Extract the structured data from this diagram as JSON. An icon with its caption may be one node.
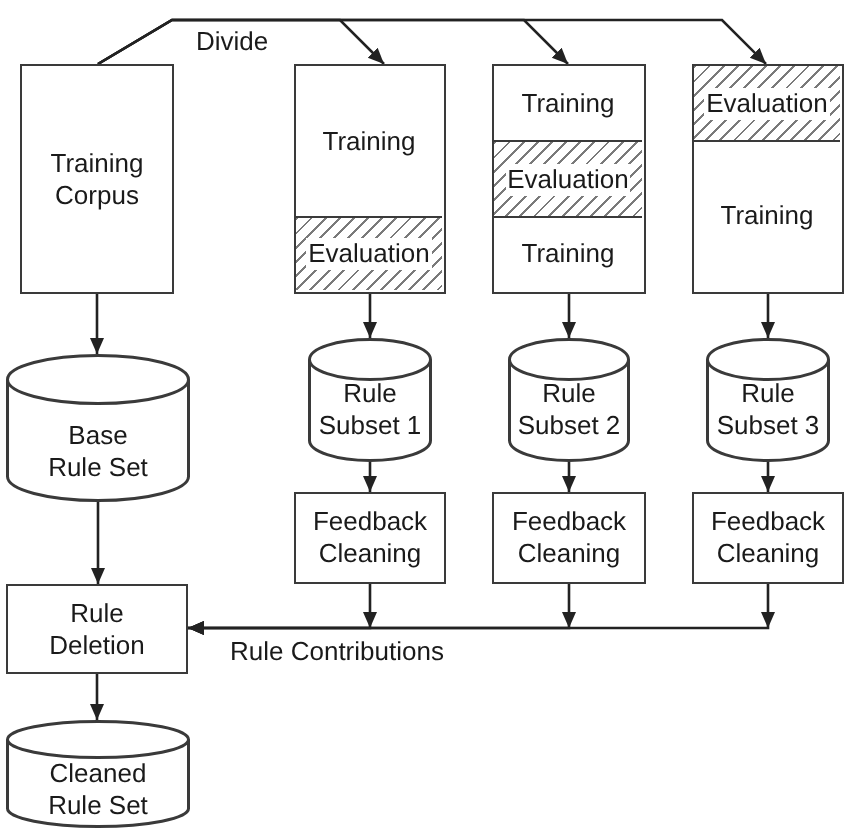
{
  "diagram": {
    "nodes": [
      {
        "text": [
          "Training Corpus"
        ]
      },
      {
        "text": [],
        "shape": "box"
      },
      {
        "text": [
          "Training"
        ],
        "in": 1
      },
      {
        "text": [
          "Evaluation"
        ],
        "in": 1
      },
      {
        "text": [],
        "shape": "box"
      },
      {
        "text": [
          "Training"
        ],
        "in": 4
      },
      {
        "text": [
          "Evaluation"
        ],
        "in": 4
      },
      {
        "text": [
          "Training"
        ],
        "in": 4
      },
      {
        "text": [],
        "shape": "box"
      },
      {
        "text": [
          "Evaluation"
        ],
        "in": 8
      },
      {
        "text": [
          "Training"
        ],
        "in": 8
      },
      {
        "text": [
          "Base Rule Set"
        ]
      },
      {
        "text": [
          "Rule Subset 1"
        ]
      },
      {
        "text": [
          "Rule Subset 2"
        ]
      },
      {
        "text": [
          "Rule Subset 3"
        ]
      },
      {
        "text": [
          "Feedback Cleaning"
        ]
      },
      {
        "text": [
          "Feedback Cleaning"
        ]
      },
      {
        "text": [
          "Feedback Cleaning"
        ]
      },
      {
        "text": [
          "Rule Deletion"
        ]
      },
      {
        "text": [
          "Cleaned Rule Set"
        ]
      }
    ],
    "edges": [
      {
        "from": 0,
        "to": 1,
        "arrow": "to",
        "label": "Divide"
      },
      {
        "from": 0,
        "to": 4,
        "arrow": "to"
      },
      {
        "from": 0,
        "to": 8,
        "arrow": "to"
      },
      {
        "from": 0,
        "to": 11,
        "arrow": "to"
      },
      {
        "from": 1,
        "to": 12,
        "arrow": "to"
      },
      {
        "from": 4,
        "to": 13,
        "arrow": "to"
      },
      {
        "from": 8,
        "to": 14,
        "arrow": "to"
      },
      {
        "from": 12,
        "to": 15,
        "arrow": "to"
      },
      {
        "from": 13,
        "to": 16,
        "arrow": "to"
      },
      {
        "from": 14,
        "to": 17,
        "arrow": "to"
      },
      {
        "from": 11,
        "to": 18,
        "arrow": "to"
      },
      {
        "from": 15,
        "to": 18,
        "arrow": "to",
        "label": "Rule Contributions"
      },
      {
        "from": 16,
        "to": 18,
        "arrow": "to"
      },
      {
        "from": 17,
        "to": 18,
        "arrow": "to"
      },
      {
        "from": 18,
        "to": 19,
        "arrow": "to"
      }
    ]
  }
}
